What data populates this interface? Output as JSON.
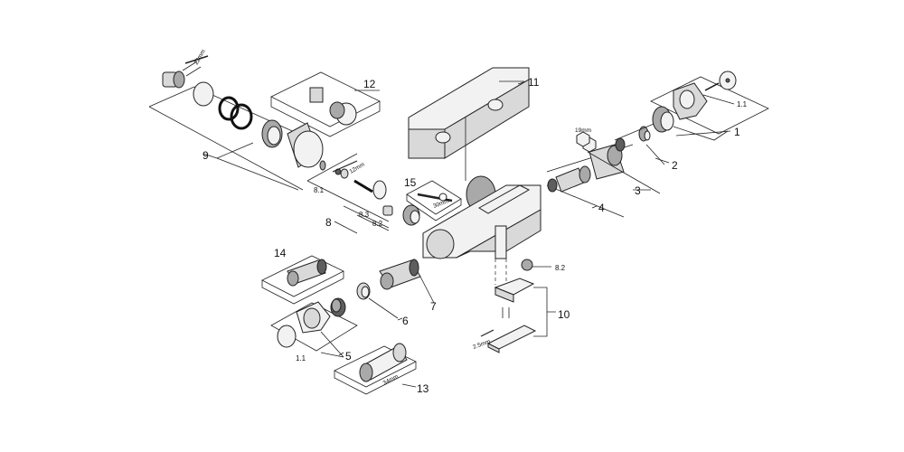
{
  "callouts": {
    "c1": "1",
    "c1_1a": "1.1",
    "c2": "2",
    "c3": "3",
    "c4": "4",
    "c5": "5",
    "c1_1b": "1.1",
    "c6": "6",
    "c7": "7",
    "c8": "8",
    "c8_1": "8.1",
    "c8_2a": "8.2",
    "c8_3": "8.3",
    "c8_2b": "8.2",
    "c9": "9",
    "c10": "10",
    "c11": "11",
    "c12": "12",
    "c13": "13",
    "c14": "14",
    "c15": "15"
  },
  "tool_sizes": {
    "t22mm_a": "22mm",
    "t19mm": "19mm",
    "t12mm": "12mm",
    "t30mm": "30mm",
    "t2_5mm": "2.5mm",
    "t34mm": "34mm"
  }
}
